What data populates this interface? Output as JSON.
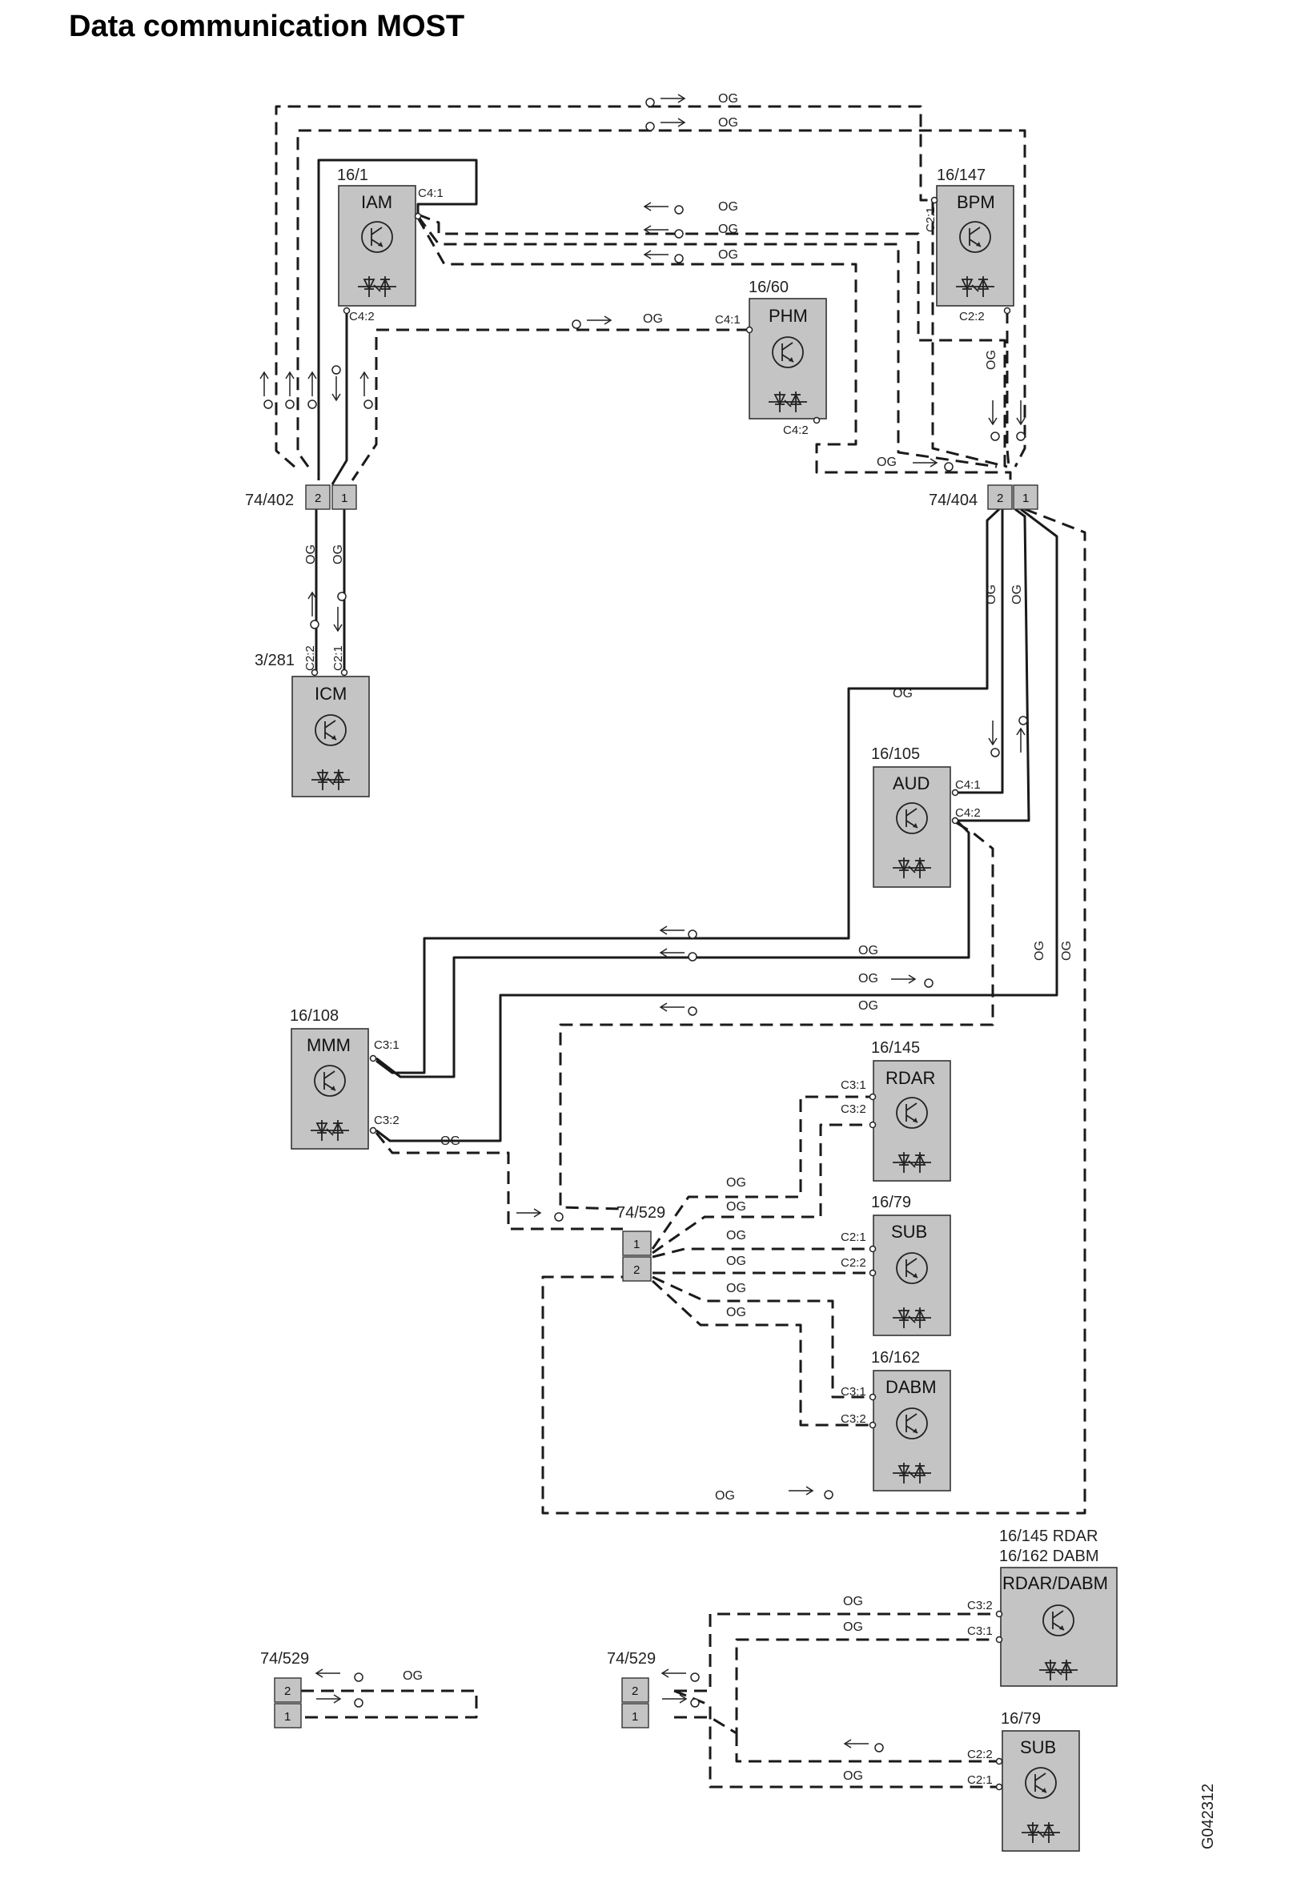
{
  "title": "Data communication MOST",
  "figure_id": "G042312",
  "wire_color": "OG",
  "modules": {
    "iam": {
      "id": "16/1",
      "name": "IAM",
      "pins": [
        "C4:1",
        "C4:2"
      ]
    },
    "bpm": {
      "id": "16/147",
      "name": "BPM",
      "pins": [
        "C2:1",
        "C2:2"
      ]
    },
    "phm": {
      "id": "16/60",
      "name": "PHM",
      "pins": [
        "C4:1",
        "C4:2"
      ]
    },
    "icm": {
      "id": "3/281",
      "name": "ICM",
      "pins": [
        "C2:2",
        "C2:1"
      ]
    },
    "aud": {
      "id": "16/105",
      "name": "AUD",
      "pins": [
        "C4:1",
        "C4:2"
      ]
    },
    "mmm": {
      "id": "16/108",
      "name": "MMM",
      "pins": [
        "C3:1",
        "C3:2"
      ]
    },
    "rdar": {
      "id": "16/145",
      "name": "RDAR",
      "pins": [
        "C3:1",
        "C3:2"
      ]
    },
    "sub": {
      "id": "16/79",
      "name": "SUB",
      "pins": [
        "C2:1",
        "C2:2"
      ]
    },
    "dabm": {
      "id": "16/162",
      "name": "DABM",
      "pins": [
        "C3:1",
        "C3:2"
      ]
    },
    "rdar_dabm": {
      "id_line1": "16/145 RDAR",
      "id_line2": "16/162 DABM",
      "name": "RDAR/DABM",
      "pins": [
        "C3:2",
        "C3:1"
      ]
    },
    "sub2": {
      "id": "16/79",
      "name": "SUB",
      "pins": [
        "C2:2",
        "C2:1"
      ]
    }
  },
  "connectors": {
    "c402": {
      "id": "74/402",
      "pins": [
        "2",
        "1"
      ]
    },
    "c404": {
      "id": "74/404",
      "pins": [
        "2",
        "1"
      ]
    },
    "c529": {
      "id": "74/529",
      "pins": [
        "1",
        "2"
      ]
    },
    "c529_loop": {
      "id": "74/529",
      "pins": [
        "2",
        "1"
      ]
    },
    "c529_alt": {
      "id": "74/529",
      "pins": [
        "2",
        "1"
      ]
    }
  }
}
